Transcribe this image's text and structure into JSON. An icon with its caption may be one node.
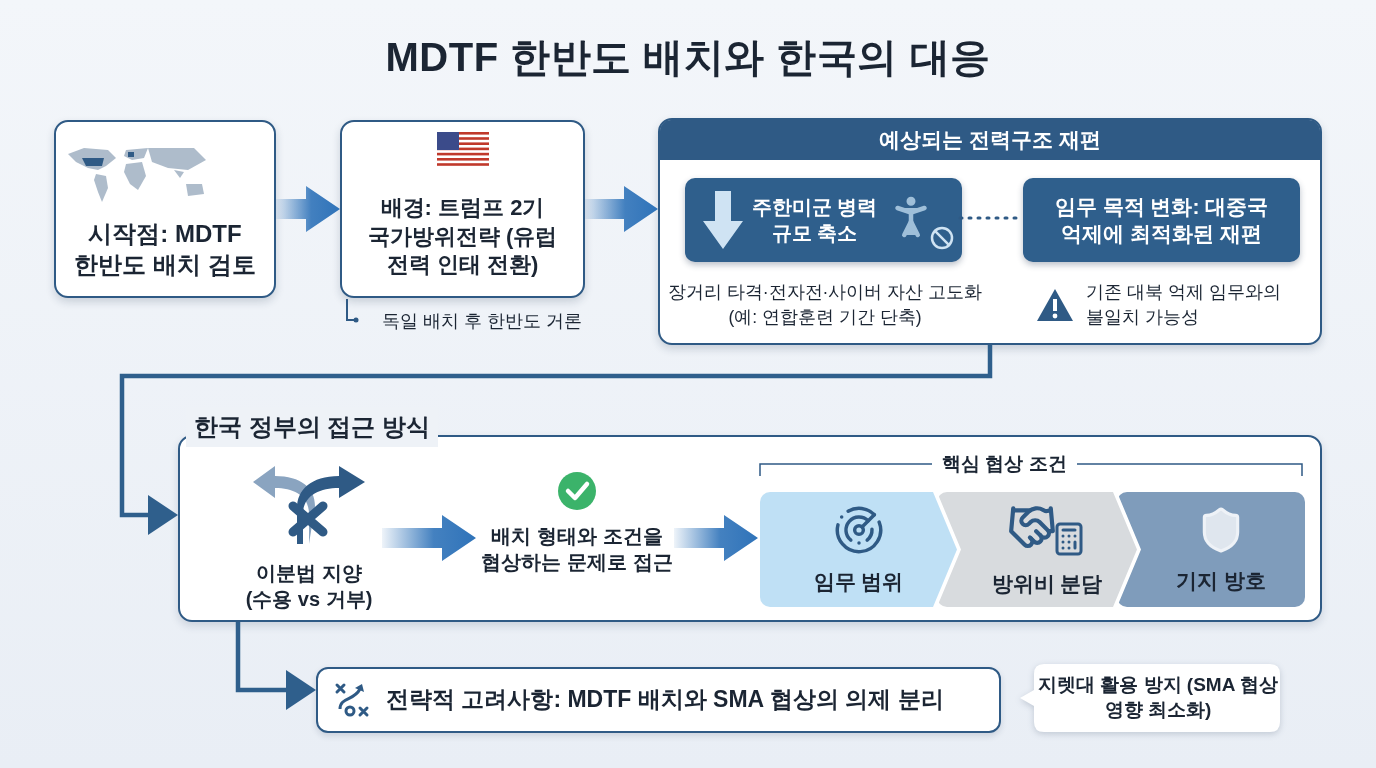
{
  "diagram": {
    "title": "MDTF 한반도 배치와 한국의 대응",
    "nodes": [
      {
        "text": [
          "시작점: MDTF 한반도 배치 검토"
        ]
      },
      {
        "text": [
          "배경: 트럼프 2기 국가방위전략 (유럽 전력 인태 전환)"
        ],
        "beside": [
          "독일 배치 후 한반도 거론"
        ]
      },
      {
        "text": [
          "예상되는 전력구조 재편"
        ]
      },
      {
        "text": [
          "주한미군 병력 규모 축소"
        ],
        "in": 2,
        "beside": [
          "장거리 타격·전자전·사이버 자산 고도화 (예: 연합훈련 기간 단축)"
        ]
      },
      {
        "text": [
          "임무 목적 변화: 대중국 억제에 최적화된 재편"
        ],
        "in": 2,
        "beside": [
          "기존 대북 억제 임무와의 불일치 가능성"
        ]
      },
      {
        "text": [
          "한국 정부의 접근 방식"
        ]
      },
      {
        "text": [
          "이분법 지양 (수용 vs 거부)"
        ],
        "in": 5
      },
      {
        "text": [
          "배치 형태와 조건을 협상하는 문제로 접근"
        ],
        "in": 5
      },
      {
        "text": [
          "임무 범위"
        ],
        "in": 5
      },
      {
        "text": [
          "방위비 분담"
        ],
        "in": 5
      },
      {
        "text": [
          "기지 방호"
        ],
        "in": 5
      },
      {
        "text": [
          "전략적 고려사항: MDTF 배치와 SMA 협상의 의제 분리"
        ]
      },
      {
        "text": [
          "지렛대 활용 방지 (SMA 협상 영향 최소화)"
        ]
      }
    ],
    "edges": [
      {
        "from": 0,
        "to": 1,
        "arrow": "to",
        "style": "thick"
      },
      {
        "from": 1,
        "to": 2,
        "arrow": "to",
        "style": "thick"
      },
      {
        "from": 3,
        "to": 4,
        "arrow": "none",
        "style": "dashed"
      },
      {
        "from": 2,
        "to": 5,
        "arrow": "to"
      },
      {
        "from": 6,
        "to": 7,
        "arrow": "to",
        "style": "thick"
      },
      {
        "from": 7,
        "to": 8,
        "arrow": "to",
        "style": "thick"
      },
      {
        "from": 5,
        "to": 11,
        "arrow": "to"
      }
    ],
    "labels": [
      "핵심 협상 조건"
    ]
  }
}
